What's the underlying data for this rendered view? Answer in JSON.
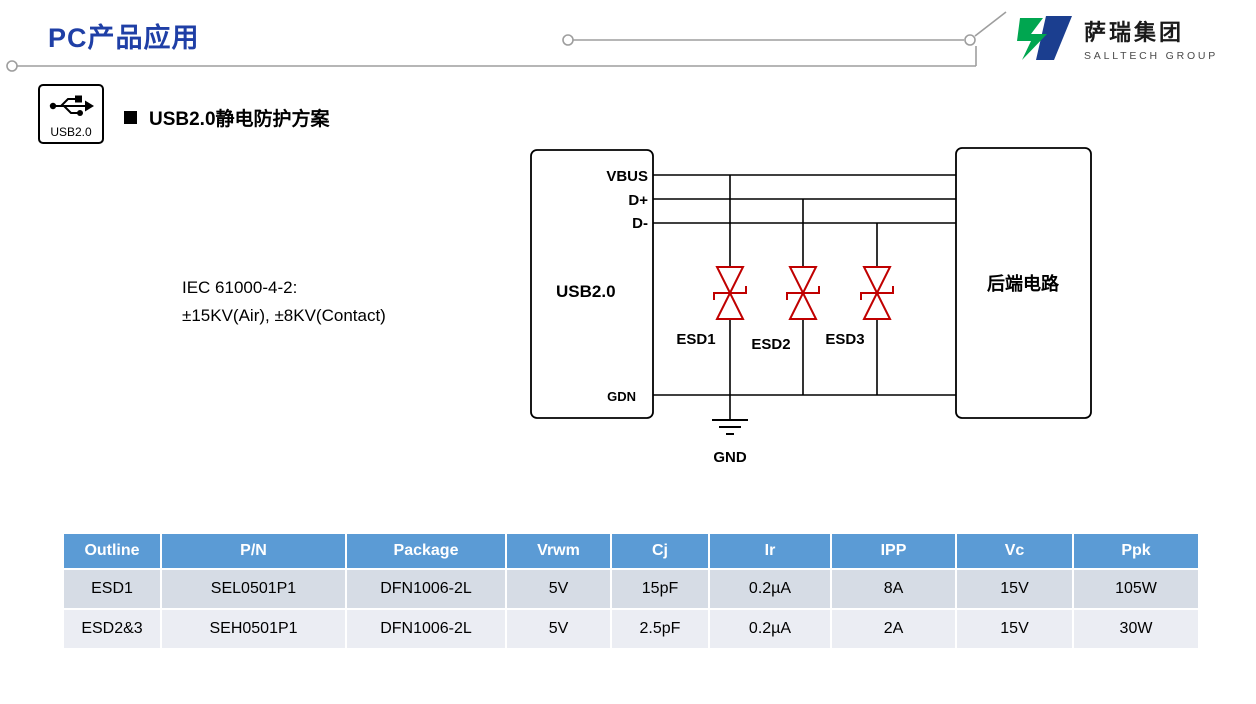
{
  "page": {
    "title": "PC产品应用",
    "section_title": "USB2.0静电防护方案",
    "usb_label": "USB2.0"
  },
  "logo": {
    "name": "萨瑞集团",
    "subtitle": "SALLTECH GROUP"
  },
  "diagram": {
    "left_box_label": "USB2.0",
    "pins": [
      "VBUS",
      "D+",
      "D-"
    ],
    "gnd_pin": "GDN",
    "right_box_label": "后端电路",
    "esd_labels": [
      "ESD1",
      "ESD2",
      "ESD3"
    ],
    "ground_label": "GND",
    "iec_line1": "IEC 61000-4-2:",
    "iec_line2": "±15KV(Air), ±8KV(Contact)"
  },
  "table": {
    "headers": [
      "Outline",
      "P/N",
      "Package",
      "Vrwm",
      "Cj",
      "Ir",
      "IPP",
      "Vc",
      "Ppk"
    ],
    "rows": [
      [
        "ESD1",
        "SEL0501P1",
        "DFN1006-2L",
        "5V",
        "15pF",
        "0.2µA",
        "8A",
        "15V",
        "105W"
      ],
      [
        "ESD2&3",
        "SEH0501P1",
        "DFN1006-2L",
        "5V",
        "2.5pF",
        "0.2µA",
        "2A",
        "15V",
        "30W"
      ]
    ]
  },
  "colors": {
    "title_blue": "#1F3FA6",
    "table_header_blue": "#5B9BD5",
    "row_odd": "#D6DCE5",
    "row_even": "#EBEDF3",
    "diode_red": "#C00000",
    "deco_gray": "#9E9E9E",
    "logo_green": "#00A650",
    "logo_blue": "#1B3E8F"
  }
}
